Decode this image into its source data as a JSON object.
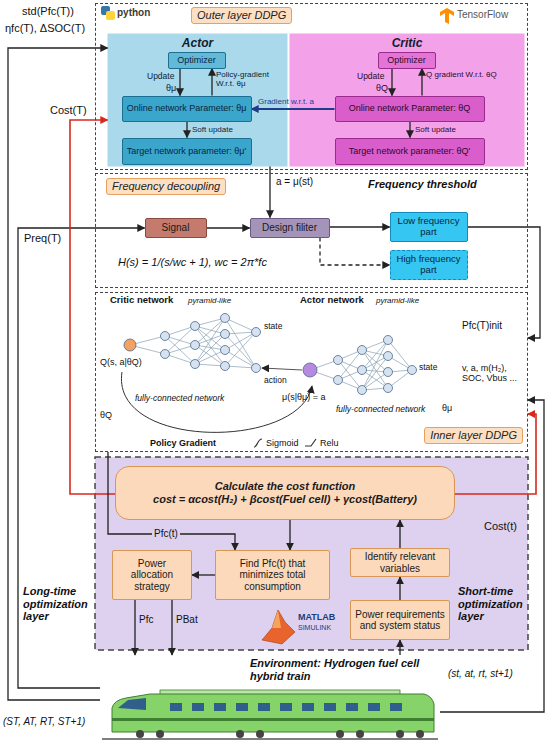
{
  "diagram": {
    "nodes": [
      {
        "text": [
          "Outer layer DDPG"
        ]
      },
      {
        "text": [
          "Actor"
        ],
        "in": 0
      },
      {
        "text": [
          "Optimizer"
        ],
        "in": 1
      },
      {
        "text": [
          "Online network Parameter: θμ"
        ],
        "in": 1
      },
      {
        "text": [
          "Target network parameter: θμ'"
        ],
        "in": 1
      },
      {
        "text": [
          "Critic"
        ],
        "in": 0
      },
      {
        "text": [
          "Optimizer"
        ],
        "in": 5
      },
      {
        "text": [
          "Online network Parameter: θQ"
        ],
        "in": 5
      },
      {
        "text": [
          "Target network parameter: θQ'"
        ],
        "in": 5
      },
      {
        "text": [
          "Frequency decoupling"
        ]
      },
      {
        "text": [
          "Signal"
        ],
        "in": 9
      },
      {
        "text": [
          "Design filiter"
        ],
        "in": 9
      },
      {
        "text": [
          "Low frequency part"
        ],
        "in": 9
      },
      {
        "text": [
          "High frequency part"
        ],
        "in": 9
      },
      {
        "text": [
          "Inner layer DDPG"
        ]
      },
      {
        "text": [
          "Calculate the cost function",
          "cost = αcost(H₂) + βcost(Fuel cell) + γcost(Battery)"
        ]
      },
      {
        "text": [
          "Power allocation strategy"
        ]
      },
      {
        "text": [
          "Find Pfc(t) that minimizes total consumption"
        ]
      },
      {
        "text": [
          "Identify relevant variables"
        ]
      },
      {
        "text": [
          "Power requirements and system status"
        ]
      },
      {
        "text": [
          "Environment: Hydrogen fuel cell hybrid train"
        ]
      }
    ],
    "edges": [
      {
        "from": 2,
        "to": 3,
        "arrow": "to",
        "label": "Update"
      },
      {
        "from": 3,
        "to": 2,
        "arrow": "to",
        "label": "Policy-gradient W.r.t. θμ"
      },
      {
        "from": 3,
        "to": 4,
        "arrow": "to",
        "label": "Soft update"
      },
      {
        "from": 6,
        "to": 7,
        "arrow": "to",
        "label": "Update"
      },
      {
        "from": 7,
        "to": 6,
        "arrow": "to",
        "label": "Q gradient W.r.t. θQ"
      },
      {
        "from": 7,
        "to": 8,
        "arrow": "to",
        "label": "Soft update"
      },
      {
        "from": 7,
        "to": 3,
        "arrow": "to",
        "label": "Gradient w.r.t. a"
      },
      {
        "from": 1,
        "to": 11,
        "arrow": "to",
        "label": "a = μ(st)"
      },
      {
        "from": 10,
        "to": 11,
        "arrow": "to"
      },
      {
        "from": 11,
        "to": 12,
        "arrow": "to"
      },
      {
        "from": 11,
        "to": 13,
        "arrow": "to"
      },
      {
        "from": 12,
        "to": 14,
        "arrow": "to",
        "label": "Pfc(T)init"
      },
      {
        "from": 20,
        "to": 14,
        "arrow": "to",
        "label": "v, a, m(H₂), SOC, Vbus ..."
      },
      {
        "from": 20,
        "to": 19,
        "arrow": "to",
        "label": "(st, at, rt, st+1)"
      },
      {
        "from": 20,
        "to": 1,
        "arrow": "to",
        "label": "(ST, AT, RT, ST+1)"
      },
      {
        "from": 20,
        "to": 10,
        "arrow": "to",
        "label": "Preq(T)"
      },
      {
        "from": 15,
        "to": 1,
        "arrow": "to",
        "label": "Cost(T)"
      },
      {
        "from": 15,
        "to": 14,
        "arrow": "to",
        "label": "Cost(t)"
      },
      {
        "from": 14,
        "to": 17,
        "arrow": "to",
        "label": "Pfc(t)"
      },
      {
        "from": 19,
        "to": 18,
        "arrow": "to"
      },
      {
        "from": 18,
        "to": 15,
        "arrow": "to"
      },
      {
        "from": 15,
        "to": 17,
        "arrow": "to"
      },
      {
        "from": 17,
        "to": 16,
        "arrow": "to"
      },
      {
        "from": 16,
        "to": 20,
        "arrow": "to",
        "label": "Pfc"
      },
      {
        "from": 16,
        "to": 20,
        "arrow": "to",
        "label": "PBat"
      }
    ],
    "labels": [
      "python",
      "TensorFlow",
      "θμ",
      "θQ",
      "std(Pfc(T))",
      "ηfc(T), ΔSOC(T)",
      "Frequency threshold",
      "H(s) = 1/(s/wc + 1), wc = 2π*fc",
      "Critic network",
      "Actor network",
      "pyramid-like",
      "pyramid-like",
      "Q(s, a|θQ)",
      "μ(s|θμ) = a",
      "state",
      "action",
      "state",
      "fully-connected network",
      "fully-connected network",
      "Policy Gradient",
      "θQ",
      "θμ",
      "Sigmoid",
      "Relu",
      "MATLAB",
      "SIMULINK",
      "Long-time optimization layer",
      "Short-time optimization layer"
    ]
  }
}
